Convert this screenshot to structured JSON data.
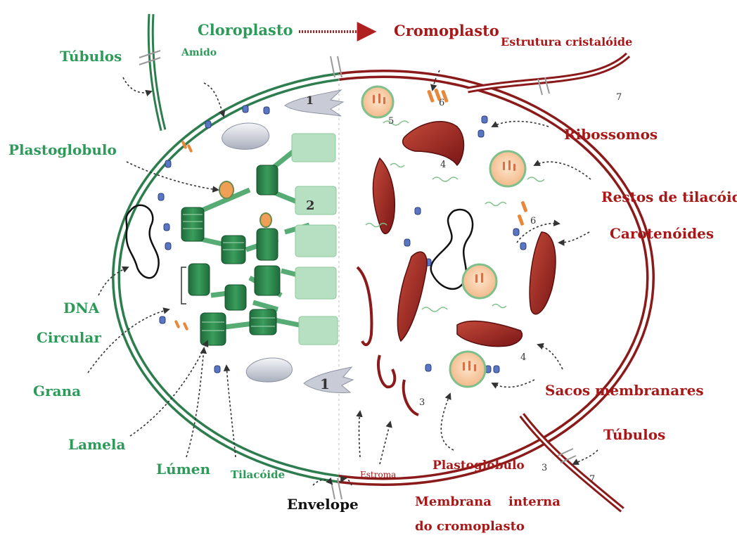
{
  "colors": {
    "chloroplast_green": "#2e7d4f",
    "label_green": "#2e9a5a",
    "chromoplast_red": "#a81818",
    "membrane_dark_red": "#8b1a1a",
    "ribosome_blue": "#3c5aa8",
    "plastoglobule_orange": "#e8883a",
    "arrow": "#333333"
  },
  "title": {
    "left": "Cloroplasto",
    "right": "Cromoplasto"
  },
  "labels": {
    "tubulos_left": "Túbulos",
    "amido": "Amido",
    "plastoglobulo_left": "Plastoglobulo",
    "dna_1": "DNA",
    "dna_2": "Circular",
    "grana": "Grana",
    "lamela": "Lamela",
    "lumen": "Lúmen",
    "tilacoide": "Tilacóide",
    "envelope": "Envelope",
    "estroma": "Estroma",
    "plastoglobulo_right": "Plastoglobulo",
    "membrana_1": "Membrana",
    "membrana_2": "interna",
    "membrana_3": "do cromoplasto",
    "estrutura": "Estrutura cristalóide",
    "ribossomos": "Ribossomos",
    "restos": "Restos de tilacóides",
    "carotenoides": "Carotenóides",
    "sacos": "Sacos membranares",
    "tubulos_right": "Túbulos"
  },
  "numbers": {
    "n1": "1",
    "n2": "2",
    "n3": "3",
    "n4": "4",
    "n5": "5",
    "n6": "6",
    "n7": "7"
  },
  "icons": [
    "ribosome-icon",
    "starch-grain-icon",
    "crystal-structure-icon",
    "plastoglobule-icon",
    "dna-icon"
  ]
}
